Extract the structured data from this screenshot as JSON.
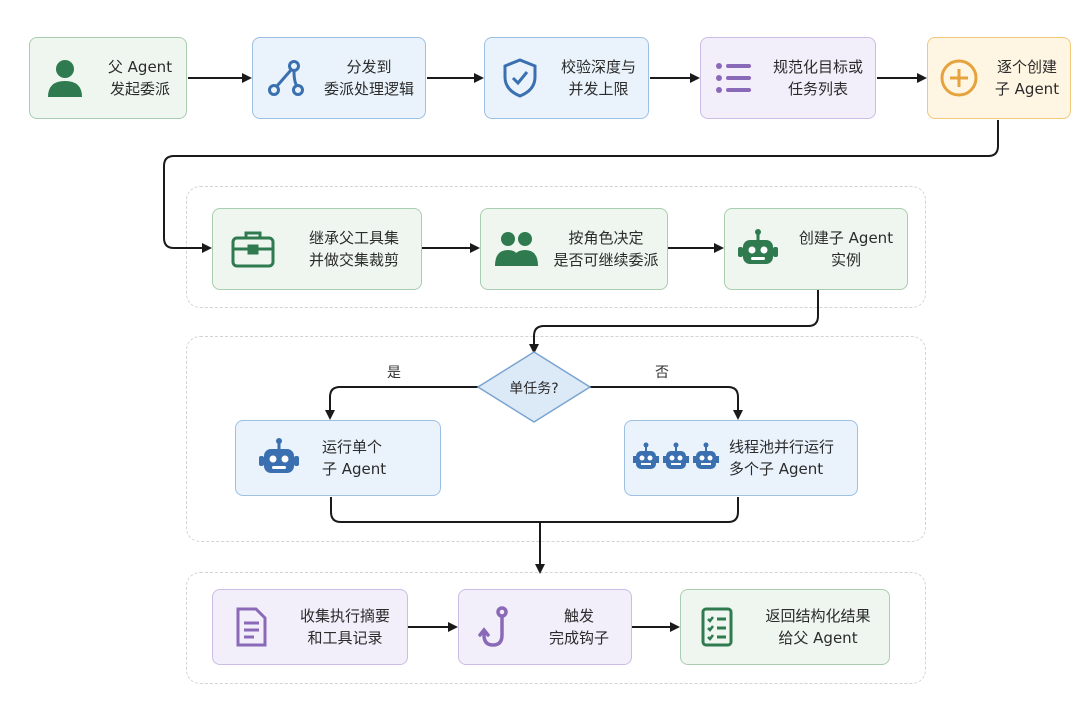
{
  "nodes": {
    "n1": {
      "line1": "父 Agent",
      "line2": "发起委派",
      "icon": "user-icon"
    },
    "n2": {
      "line1": "分发到",
      "line2": "委派处理逻辑",
      "icon": "branch-icon"
    },
    "n3": {
      "line1": "校验深度与",
      "line2": "并发上限",
      "icon": "shield-check-icon"
    },
    "n4": {
      "line1": "规范化目标或",
      "line2": "任务列表",
      "icon": "list-icon"
    },
    "n5": {
      "line1": "逐个创建",
      "line2": "子 Agent",
      "icon": "plus-circle-icon"
    },
    "n6": {
      "line1": "继承父工具集",
      "line2": "并做交集裁剪",
      "icon": "toolbox-icon"
    },
    "n7": {
      "line1": "按角色决定",
      "line2": "是否可继续委派",
      "icon": "users-icon"
    },
    "n8": {
      "line1": "创建子 Agent",
      "line2": "实例",
      "icon": "robot-icon"
    },
    "n9": {
      "line1": "运行单个",
      "line2": "子 Agent",
      "icon": "robot-icon"
    },
    "n10": {
      "line1": "线程池并行运行",
      "line2": "多个子 Agent",
      "icon": "robots-icon"
    },
    "n11": {
      "line1": "收集执行摘要",
      "line2": "和工具记录",
      "icon": "document-icon"
    },
    "n12": {
      "line1": "触发",
      "line2": "完成钩子",
      "icon": "hook-icon"
    },
    "n13": {
      "line1": "返回结构化结果",
      "line2": "给父 Agent",
      "icon": "checklist-icon"
    }
  },
  "decision": {
    "label": "单任务?",
    "yes": "是",
    "no": "否"
  },
  "colors": {
    "green": "#2f7a4f",
    "blue": "#3a6fb0",
    "purple": "#8a6ab8",
    "orange": "#e6a23c",
    "line": "#1a1a1a"
  }
}
